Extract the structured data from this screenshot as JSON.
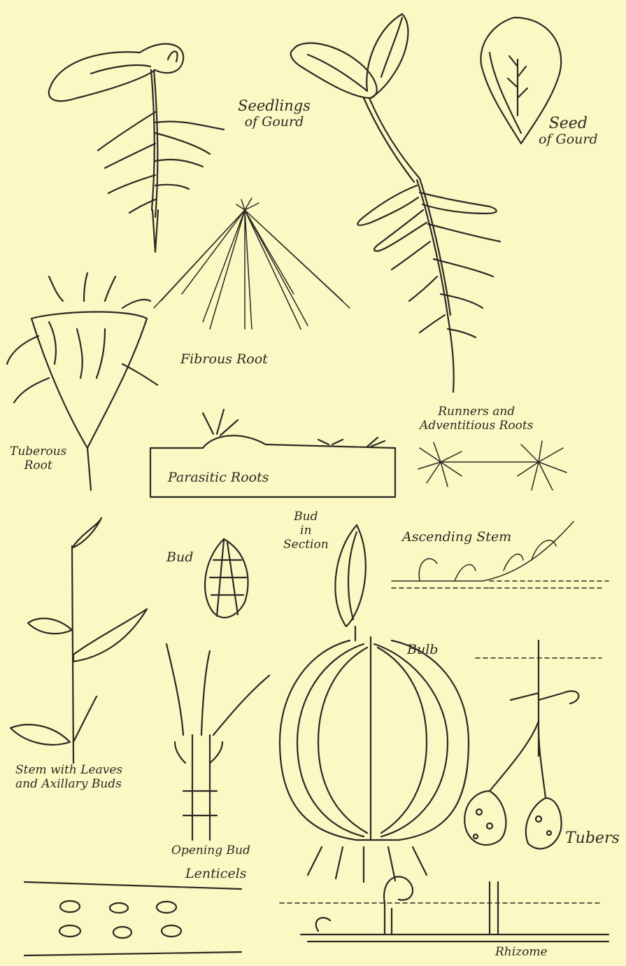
{
  "labels": {
    "seedlings_of_gourd": [
      "Seedlings",
      "of Gourd"
    ],
    "seed_of_gourd": [
      "Seed",
      "of Gourd"
    ],
    "fibrous_root": "Fibrous Root",
    "tuberous_root": [
      "Tuberous",
      "Root"
    ],
    "parasitic_roots": "Parasitic Roots",
    "runners_adventitious": [
      "Runners and",
      "Adventitious Roots"
    ],
    "bud": "Bud",
    "bud_in_section": [
      "Bud",
      "in",
      "Section"
    ],
    "ascending_stem": "Ascending Stem",
    "stem_with_leaves": [
      "Stem with Leaves",
      "and Axillary Buds"
    ],
    "opening_bud": "Opening Bud",
    "bulb": "Bulb",
    "tubers": "Tubers",
    "lenticels": "Lenticels",
    "rhizome": "Rhizome"
  }
}
